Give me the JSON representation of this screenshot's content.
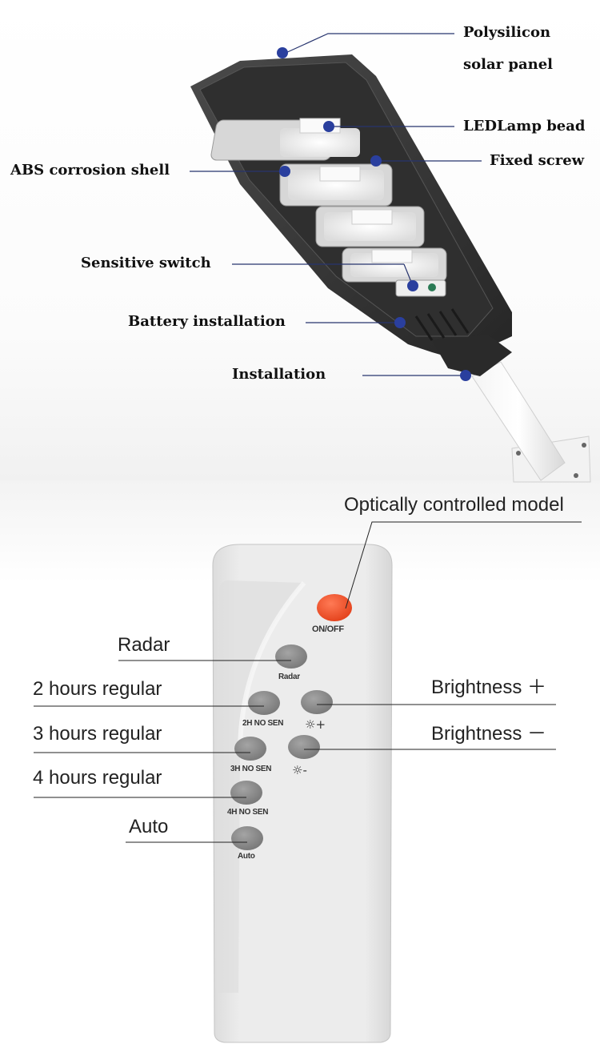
{
  "lamp_callouts": {
    "solar_panel_line1": "Polysilicon",
    "solar_panel_line2": "solar panel",
    "led_bead": "LEDLamp bead",
    "abs_shell": "ABS corrosion shell",
    "fixed_screw": "Fixed screw",
    "sensitive_switch": "Sensitive switch",
    "battery": "Battery installation",
    "installation": "Installation"
  },
  "remote_callouts": {
    "optical_model": "Optically controlled model",
    "radar": "Radar",
    "two_hours": "2 hours regular",
    "three_hours": "3 hours regular",
    "four_hours": "4 hours regular",
    "auto": "Auto",
    "brightness_plus": "Brightness ＋",
    "brightness_minus": "Brightness －"
  },
  "remote_buttons": {
    "on_off": "ON/OFF",
    "radar": "Radar",
    "two_h": "2H NO SEN",
    "three_h": "3H NO SEN",
    "four_h": "4H NO SEN",
    "auto": "Auto",
    "bright_plus": "☼+",
    "bright_minus": "☼-"
  },
  "colors": {
    "callout_dot": "#2a3f9e",
    "callout_line": "#27346e",
    "power_button": "#f04a22",
    "gray_button": "#8a8a8a",
    "lamp_body": "#3a3a3a",
    "remote_body": "#e6e6e6"
  }
}
